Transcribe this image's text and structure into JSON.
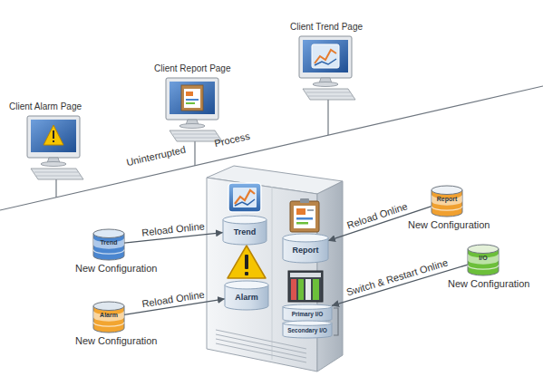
{
  "diagram": {
    "nodes": [
      {
        "text": [
          "Client Alarm Page"
        ]
      },
      {
        "text": [
          "Client Report Page"
        ]
      },
      {
        "text": [
          "Client Trend Page"
        ]
      },
      {
        "text": [
          "Trend"
        ]
      },
      {
        "text": [
          "Report",
          "New Configuration"
        ]
      },
      {
        "text": [
          "Trend",
          "New Configuration"
        ]
      },
      {
        "text": [
          "Report"
        ]
      },
      {
        "text": [
          "I/O",
          "New Configuration"
        ]
      },
      {
        "text": [
          "Alarm"
        ]
      },
      {
        "text": [
          "Primary I/O"
        ]
      },
      {
        "text": [
          "Secondary I/O"
        ]
      },
      {
        "text": [
          "Alarm",
          "New Configuration"
        ]
      }
    ],
    "edges": [
      {
        "from": 5,
        "to": 3,
        "label": "Reload Online",
        "arrow": "to"
      },
      {
        "from": 4,
        "to": 6,
        "label": "Reload Online",
        "arrow": "to"
      },
      {
        "from": 7,
        "to": 9,
        "label": "Switch & Restart Online",
        "arrow": "to"
      },
      {
        "from": 11,
        "to": 8,
        "label": "Reload Online",
        "arrow": "to"
      }
    ],
    "labels": [
      "Uninterrupted",
      "Process"
    ]
  }
}
